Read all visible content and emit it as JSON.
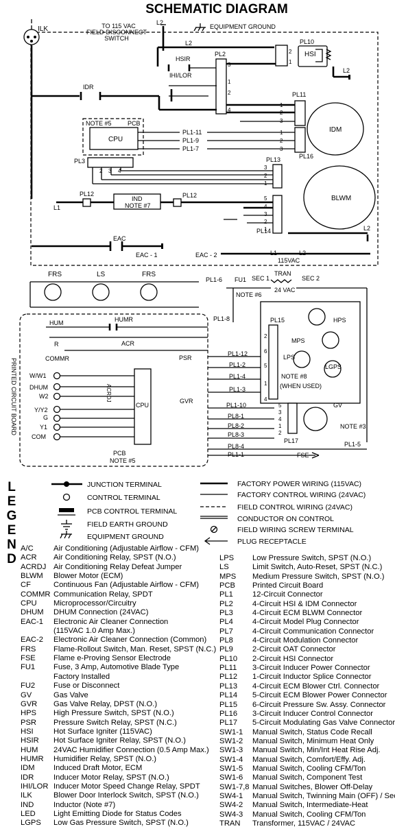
{
  "title": "SCHEMATIC DIAGRAM",
  "upper": {
    "ilk": "ILK",
    "supply": [
      "TO 115 VAC",
      "FIELD-DISCONNECT",
      "SWITCH"
    ],
    "l2_top": "L2",
    "equipment_ground": "EQUIPMENT GROUND",
    "l2_mid": "L2",
    "pl10": "PL10",
    "hsi": "HSI",
    "l2_right": "L2",
    "hsir": "HSIR",
    "pl2": "PL2",
    "ihi_lor": "IHI/LOR",
    "idr": "IDR",
    "pl11": "PL11",
    "idm": "IDM",
    "note5": "NOTE #5",
    "pcb": "PCB",
    "cpu": "CPU",
    "pl1_11": "PL1-11",
    "pl1_9": "PL1-9",
    "pl1_7": "PL1-7",
    "pl3": "PL3",
    "pl16": "PL16",
    "pl13": "PL13",
    "blwm": "BLWM",
    "pl12_left": "PL12",
    "ind": "IND",
    "note7": "NOTE #7",
    "pl12_right": "PL12",
    "l1": "L1",
    "pl14": "PL14",
    "l2_low": "L2",
    "eac": "EAC",
    "eac1": "EAC - 1",
    "eac2": "EAC - 2",
    "l1_b": "L1",
    "vac115": "115VAC",
    "l2_b": "L2"
  },
  "lower": {
    "frs_left": "FRS",
    "ls": "LS",
    "frs_right": "FRS",
    "pl1_6": "PL1-6",
    "fu1": "FU1",
    "note6": "NOTE #6",
    "sec1": "SEC 1",
    "tran": "TRAN",
    "sec2": "SEC 2",
    "vac24": "24 VAC",
    "pl1_8": "PL1-8",
    "hum": "HUM",
    "humr": "HUMR",
    "r": "R",
    "acr": "ACR",
    "commr": "COMMR",
    "psr": "PSR",
    "pl1_12": "PL1-12",
    "pl1_2": "PL1-2",
    "pl1_4": "PL1-4",
    "pl1_3": "PL1-3",
    "pl1_10": "PL1-10",
    "pl8_1": "PL8-1",
    "pl8_2": "PL8-2",
    "pl8_3": "PL8-3",
    "pl8_4": "PL8-4",
    "pl1_1": "PL1-1",
    "fse": "FSE",
    "pl1_5": "PL1-5",
    "acrdj": "ACRDJ",
    "gvr": "GVR",
    "cpu2": "CPU",
    "pcb2": "PCB",
    "note5b": "NOTE #5",
    "printed_board": "PRINTED CIRCUIT BOARD",
    "terminals": [
      "W/W1",
      "DHUM",
      "W2",
      "Y/Y2",
      "G",
      "Y1",
      "COM"
    ],
    "pl15": "PL15",
    "hps": "HPS",
    "mps": "MPS",
    "lps": "LPS",
    "lgps": "LGPS",
    "note8": "NOTE #8",
    "when_used": "(WHEN USED)",
    "gv": "GV",
    "note3": "NOTE #3",
    "pl17": "PL17"
  },
  "legend": {
    "word": [
      "L",
      "E",
      "G",
      "E",
      "N",
      "D"
    ],
    "symbols": [
      "JUNCTION TERMINAL",
      "CONTROL TERMINAL",
      "PCB CONTROL TERMINAL",
      "FIELD EARTH GROUND",
      "EQUIPMENT GROUND"
    ],
    "lines": [
      "FACTORY POWER WIRING (115VAC)",
      "FACTORY CONTROL WIRING (24VAC)",
      "FIELD CONTROL WIRING (24VAC)",
      "CONDUCTOR ON CONTROL",
      "FIELD WIRING SCREW TERMINAL",
      "PLUG RECEPTACLE"
    ]
  },
  "abbreviations_left": [
    {
      "k": "A/C",
      "v": "Air Conditioning (Adjustable Airflow - CFM)"
    },
    {
      "k": "ACR",
      "v": "Air Conditioning Relay, SPST (N.O.)"
    },
    {
      "k": "ACRDJ",
      "v": "Air Conditioning Relay Defeat Jumper"
    },
    {
      "k": "BLWM",
      "v": "Blower Motor (ECM)"
    },
    {
      "k": "CF",
      "v": "Continuous Fan (Adjustable Airflow - CFM)"
    },
    {
      "k": "COMMR",
      "v": "Communication Relay, SPDT"
    },
    {
      "k": "CPU",
      "v": "Microprocessor/Circuitry"
    },
    {
      "k": "DHUM",
      "v": "DHUM Connection (24VAC)"
    },
    {
      "k": "EAC-1",
      "v": "Electronic Air Cleaner Connection"
    },
    {
      "k": "",
      "v": "(115VAC 1.0 Amp Max.)"
    },
    {
      "k": "EAC-2",
      "v": "Electronic Air Cleaner Connection (Common)"
    },
    {
      "k": "FRS",
      "v": "Flame-Rollout Switch, Man. Reset, SPST (N.C.)"
    },
    {
      "k": "FSE",
      "v": "Flame e-Proving Sensor Electrode"
    },
    {
      "k": "FU1",
      "v": "Fuse, 3 Amp, Automotive Blade Type"
    },
    {
      "k": "",
      "v": "Factory Installed"
    },
    {
      "k": "FU2",
      "v": "Fuse or Disconnect"
    },
    {
      "k": "GV",
      "v": "Gas Valve"
    },
    {
      "k": "GVR",
      "v": "Gas Valve Relay, DPST (N.O.)"
    },
    {
      "k": "HPS",
      "v": "High Pressure Switch, SPST (N.O.)"
    },
    {
      "k": "PSR",
      "v": "Pressure Switch Relay, SPST (N.C.)"
    },
    {
      "k": "HSI",
      "v": "Hot Surface Igniter (115VAC)"
    },
    {
      "k": "HSIR",
      "v": "Hot Surface Igniter Relay, SPST (N.O.)"
    },
    {
      "k": "HUM",
      "v": "24VAC Humidifier Connection (0.5 Amp Max.)"
    },
    {
      "k": "HUMR",
      "v": "Humidifier Relay, SPST (N.O.)"
    },
    {
      "k": "IDM",
      "v": "Induced Draft Motor, ECM"
    },
    {
      "k": "IDR",
      "v": "Inducer Motor Relay, SPST (N.O.)"
    },
    {
      "k": "IHI/LOR",
      "v": "Inducer Motor Speed Change Relay, SPDT"
    },
    {
      "k": "ILK",
      "v": "Blower Door Interlock Switch, SPST (N.O.)"
    },
    {
      "k": "IND",
      "v": "Inductor (Note #7)"
    },
    {
      "k": "LED",
      "v": "Light Emitting Diode for Status Codes"
    },
    {
      "k": "LGPS",
      "v": "Low Gas Pressure Switch, SPST (N.O.)"
    }
  ],
  "abbreviations_right": [
    {
      "k": "LPS",
      "v": "Low Pressure Switch, SPST (N.O.)"
    },
    {
      "k": "LS",
      "v": "Limit Switch, Auto-Reset, SPST (N.C.)"
    },
    {
      "k": "MPS",
      "v": "Medium Pressure Switch, SPST (N.O.)"
    },
    {
      "k": "PCB",
      "v": "Printed Circuit Board"
    },
    {
      "k": "PL1",
      "v": "12-Circuit Connector"
    },
    {
      "k": "PL2",
      "v": "4-Circuit HSI & IDM Connector"
    },
    {
      "k": "PL3",
      "v": "4-Circuit ECM BLWM Connector"
    },
    {
      "k": "PL4",
      "v": "4-Circuit Model Plug Connector"
    },
    {
      "k": "PL7",
      "v": "4-Circuit Communication Connector"
    },
    {
      "k": "PL8",
      "v": "4-Circuit Modulation Connector"
    },
    {
      "k": "PL9",
      "v": "2-Circuit OAT Connector"
    },
    {
      "k": "PL10",
      "v": "2-Circuit HSI Connector"
    },
    {
      "k": "PL11",
      "v": "3-Circuit Inducer Power Connector"
    },
    {
      "k": "PL12",
      "v": "1-Circuit Inductor Splice Connector"
    },
    {
      "k": "PL13",
      "v": "4-Circuit ECM Blower Ctrl. Connector"
    },
    {
      "k": "PL14",
      "v": "5-Circuit ECM Blower Power Connector"
    },
    {
      "k": "PL15",
      "v": "6-Circuit Pressure Sw. Assy. Connector"
    },
    {
      "k": "PL16",
      "v": "3-Circuit Inducer Control Connector"
    },
    {
      "k": "PL17",
      "v": "5-Circuit Modulating Gas Valve Connector"
    },
    {
      "k": "SW1-1",
      "v": "Manual Switch, Status Code Recall"
    },
    {
      "k": "SW1-2",
      "v": "Manual Switch, Minimum Heat Only"
    },
    {
      "k": "SW1-3",
      "v": "Manual Switch, Min/Int Heat Rise Adj."
    },
    {
      "k": "SW1-4",
      "v": "Manual Switch, Comfort/Effy. Adj."
    },
    {
      "k": "SW1-5",
      "v": "Manual Switch, Cooling CFM/Ton"
    },
    {
      "k": "SW1-6",
      "v": "Manual Switch, Component Test"
    },
    {
      "k": "SW1-7,8",
      "v": "Manual Switches, Blower Off-Delay"
    },
    {
      "k": "SW4-1",
      "v": "Manual Switch, Twinning Main (OFF) / Sec."
    },
    {
      "k": "SW4-2",
      "v": "Manual Switch, Intermediate-Heat"
    },
    {
      "k": "SW4-3",
      "v": "Manual Switch, Cooling CFM/Ton"
    },
    {
      "k": "TRAN",
      "v": "Transformer, 115VAC / 24VAC"
    }
  ]
}
